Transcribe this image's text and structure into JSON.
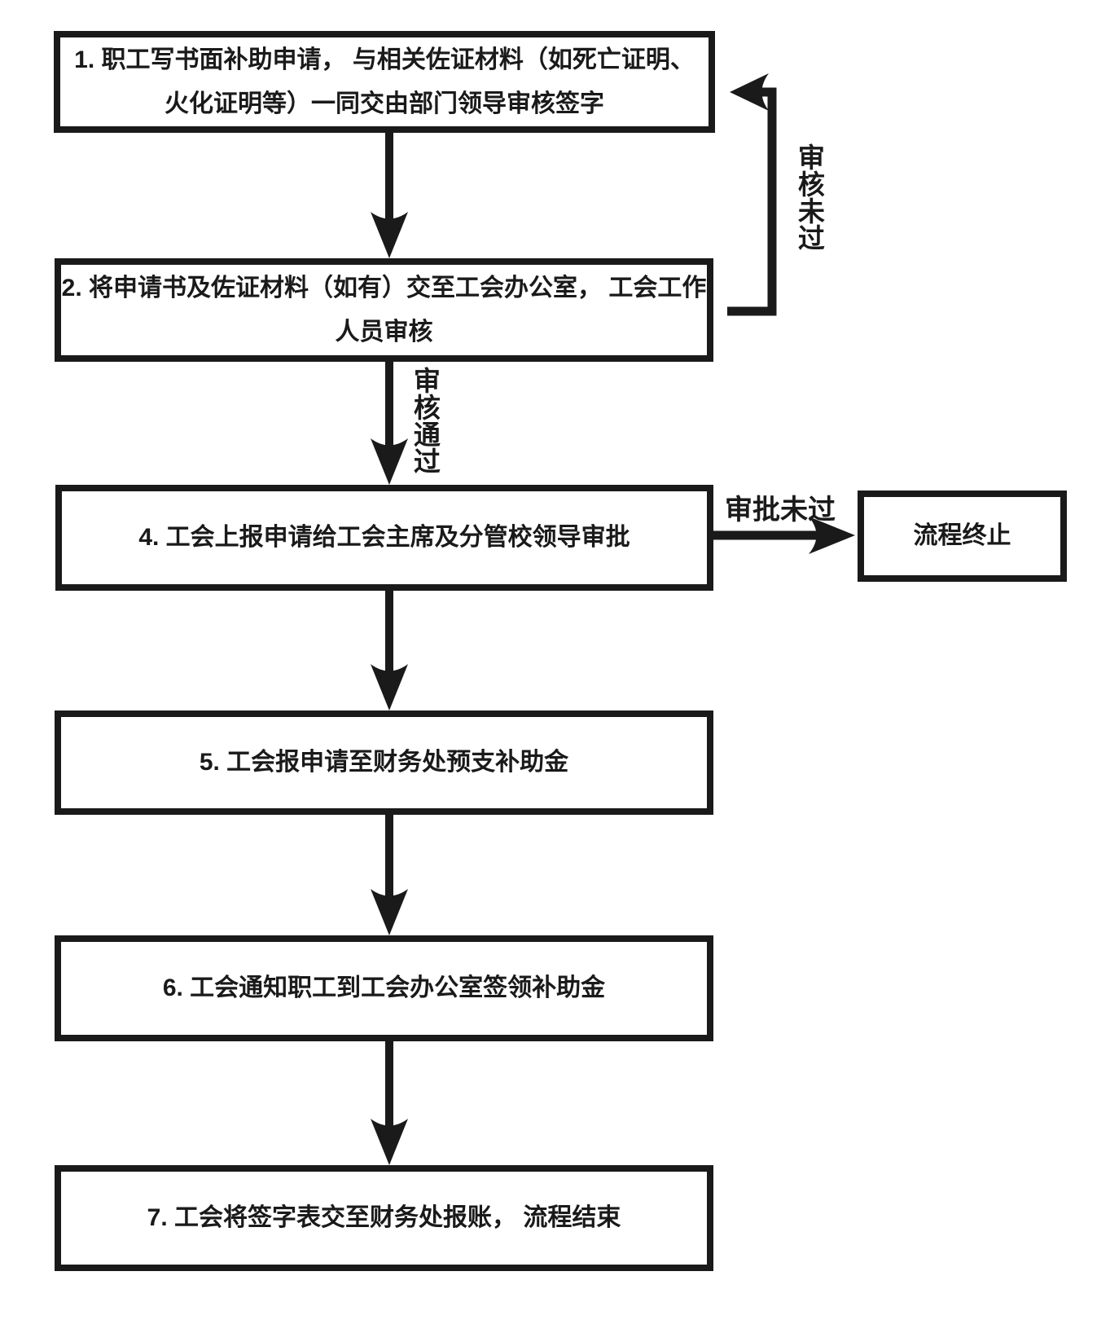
{
  "diagram": {
    "type": "flowchart",
    "background": "#ffffff",
    "line_color": "#1a1a1a",
    "nodes": {
      "step1": {
        "lines": [
          "1. 职工写书面补助申请， 与相关佐证材料（如死亡证明、",
          "火化证明等）一同交由部门领导审核签字"
        ]
      },
      "step2": {
        "lines": [
          "2. 将申请书及佐证材料（如有）交至工会办公室， 工会工作",
          "人员审核"
        ]
      },
      "step4": {
        "label": "4. 工会上报申请给工会主席及分管校领导审批"
      },
      "step5": {
        "label": "5. 工会报申请至财务处预支补助金"
      },
      "step6": {
        "label": "6. 工会通知职工到工会办公室签领补助金"
      },
      "step7": {
        "label": "7. 工会将签字表交至财务处报账， 流程结束"
      },
      "terminate": {
        "label": "流程终止"
      }
    },
    "edge_labels": {
      "review_failed": "审核未过",
      "review_passed": "审核通过",
      "approval_failed": "审批未过"
    }
  }
}
